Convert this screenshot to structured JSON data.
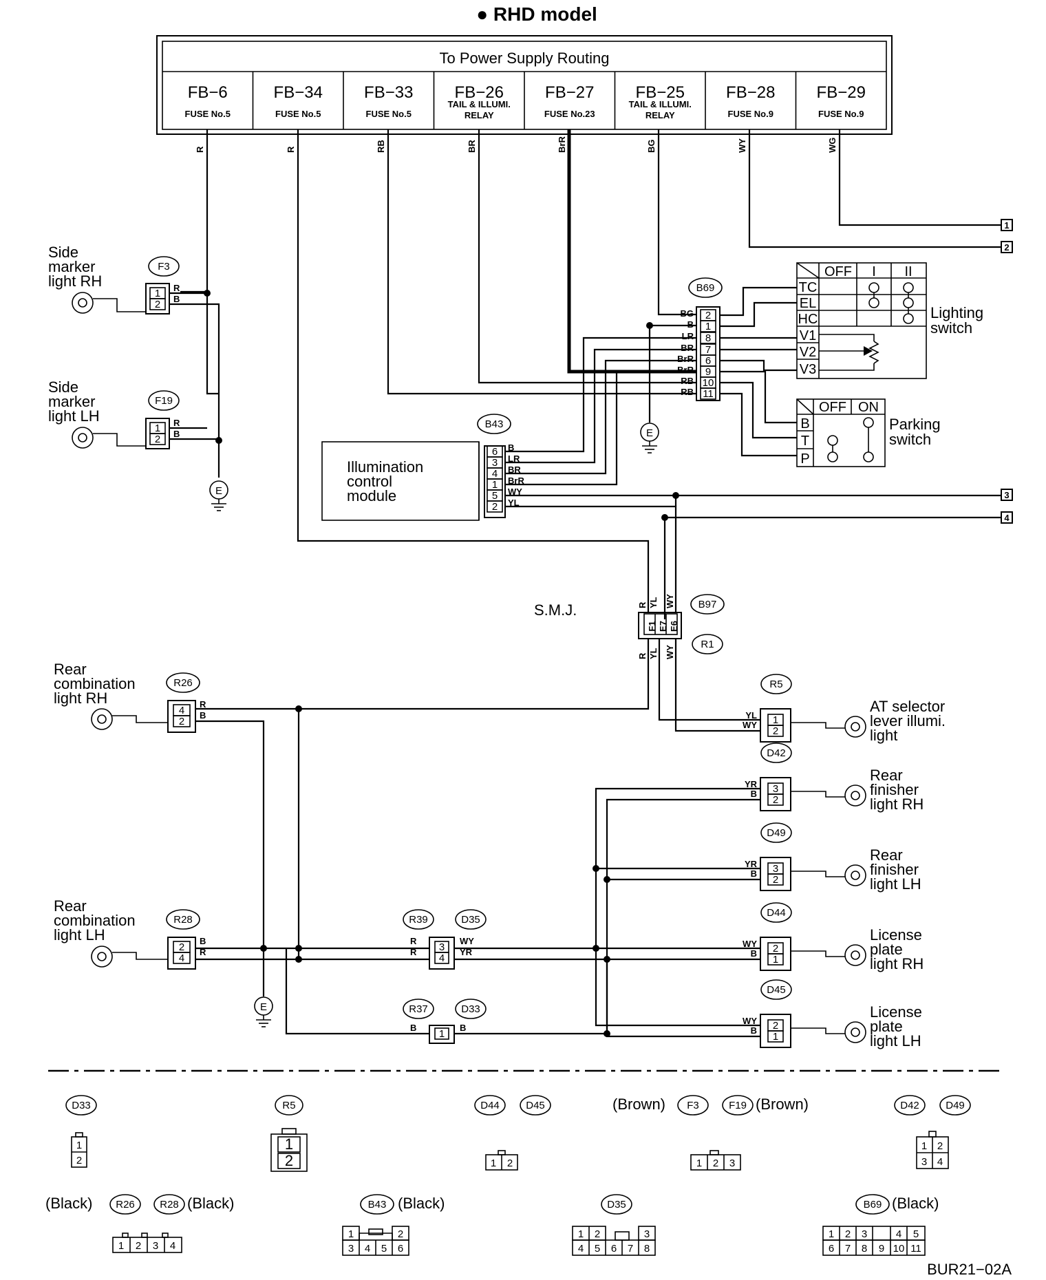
{
  "title": "● RHD model",
  "power_box": {
    "title": "To Power Supply Routing",
    "fuses": [
      {
        "id": "FB−6",
        "sub": "FUSE No.5"
      },
      {
        "id": "FB−34",
        "sub": "FUSE No.5"
      },
      {
        "id": "FB−33",
        "sub": "FUSE No.5"
      },
      {
        "id": "FB−26",
        "sub": "TAIL & ILLUMI. RELAY"
      },
      {
        "id": "FB−27",
        "sub": "FUSE No.23"
      },
      {
        "id": "FB−25",
        "sub": "TAIL & ILLUMI. RELAY"
      },
      {
        "id": "FB−28",
        "sub": "FUSE No.9"
      },
      {
        "id": "FB−29",
        "sub": "FUSE No.9"
      }
    ],
    "wire_colors": [
      "R",
      "R",
      "RB",
      "BR",
      "BrR",
      "BG",
      "WY",
      "WG"
    ]
  },
  "offpage_refs": [
    "1",
    "2",
    "3",
    "4"
  ],
  "components": {
    "side_rh": {
      "label": [
        "Side",
        "marker",
        "light RH"
      ],
      "conn": "F3",
      "pins": [
        "1",
        "2"
      ],
      "wires": [
        "R",
        "B"
      ]
    },
    "side_lh": {
      "label": [
        "Side",
        "marker",
        "light LH"
      ],
      "conn": "F19",
      "pins": [
        "1",
        "2"
      ],
      "wires": [
        "R",
        "B"
      ]
    },
    "ground": "E",
    "b69": {
      "conn": "B69",
      "pins": [
        "2",
        "1",
        "8",
        "7",
        "6",
        "9",
        "10",
        "11"
      ],
      "wires": [
        "BG",
        "B",
        "LR",
        "BR",
        "BrR",
        "BrR",
        "RB",
        "RB"
      ]
    },
    "lighting_switch": {
      "label": [
        "Lighting",
        "switch"
      ],
      "cols": [
        "OFF",
        "I",
        "II"
      ],
      "rows": [
        "TC",
        "EL",
        "HC",
        "V1",
        "V2",
        "V3"
      ]
    },
    "parking_switch": {
      "label": [
        "Parking",
        "switch"
      ],
      "cols": [
        "OFF",
        "ON"
      ],
      "rows": [
        "B",
        "T",
        "P"
      ]
    },
    "illum_module": {
      "label": [
        "Illumination",
        "control",
        "module"
      ],
      "conn": "B43",
      "pins": [
        "6",
        "3",
        "4",
        "1",
        "5",
        "2"
      ],
      "wires": [
        "B",
        "LR",
        "BR",
        "BrR",
        "WY",
        "YL"
      ]
    },
    "smj": {
      "label": "S.M.J.",
      "conn_top": "B97",
      "conn_bottom": "R1",
      "pins": [
        "F1",
        "E7",
        "E6"
      ],
      "wires_top": [
        "R",
        "YL",
        "WY"
      ],
      "wires_bottom": [
        "R",
        "YL",
        "WY"
      ]
    },
    "rear_rh": {
      "label": [
        "Rear",
        "combination",
        "light RH"
      ],
      "conn": "R26",
      "pins": [
        "4",
        "2"
      ],
      "wires": [
        "R",
        "B"
      ]
    },
    "rear_lh": {
      "label": [
        "Rear",
        "combination",
        "light LH"
      ],
      "conn": "R28",
      "pins": [
        "2",
        "4"
      ],
      "wires": [
        "B",
        "R"
      ]
    },
    "at_selector": {
      "label": [
        "AT selector",
        "lever illumi.",
        "light"
      ],
      "conn": "R5",
      "pins": [
        "1",
        "2"
      ],
      "wires": [
        "YL",
        "WY"
      ]
    },
    "finisher_rh": {
      "label": [
        "Rear",
        "finisher",
        "light RH"
      ],
      "conn": "D42",
      "pins": [
        "3",
        "2"
      ],
      "wires": [
        "YR",
        "B"
      ]
    },
    "finisher_lh": {
      "label": [
        "Rear",
        "finisher",
        "light LH"
      ],
      "conn": "D49",
      "pins": [
        "3",
        "2"
      ],
      "wires": [
        "YR",
        "B"
      ]
    },
    "license_rh": {
      "label": [
        "License",
        "plate",
        "light RH"
      ],
      "conn": "D44",
      "pins": [
        "2",
        "1"
      ],
      "wires": [
        "WY",
        "B"
      ]
    },
    "license_lh": {
      "label": [
        "License",
        "plate",
        "light LH"
      ],
      "conn": "D45",
      "pins": [
        "2",
        "1"
      ],
      "wires": [
        "WY",
        "B"
      ]
    },
    "r39_d35": {
      "conn_a": "R39",
      "conn_b": "D35",
      "pins": [
        "3",
        "4"
      ],
      "wires_left": [
        "R",
        "R"
      ],
      "wires_right": [
        "WY",
        "YR"
      ]
    },
    "r37_d33": {
      "conn_a": "R37",
      "conn_b": "D33",
      "pins": [
        "1"
      ],
      "wires_left": [
        "B"
      ],
      "wires_right": [
        "B"
      ]
    }
  },
  "legend": {
    "row1": [
      {
        "conns": [
          "D33"
        ],
        "pins": [
          [
            "1"
          ],
          [
            "2"
          ]
        ]
      },
      {
        "conns": [
          "R5"
        ],
        "pins": [
          [
            "1"
          ],
          [
            "2"
          ]
        ]
      },
      {
        "conns": [
          "D44",
          "D45"
        ],
        "pins": [
          [
            "1",
            "2"
          ]
        ]
      },
      {
        "conns": [
          "F3",
          "F19"
        ],
        "colors": [
          "(Brown)",
          "(Brown)"
        ],
        "pins": [
          [
            "1",
            "2",
            "3"
          ]
        ]
      },
      {
        "conns": [
          "D42",
          "D49"
        ],
        "pins": [
          [
            "1",
            "2"
          ],
          [
            "3",
            "4"
          ]
        ]
      }
    ],
    "row2": [
      {
        "conns": [
          "R26",
          "R28"
        ],
        "colors": [
          "(Black)",
          "(Black)"
        ],
        "pins": [
          [
            "1",
            "2",
            "3",
            "4"
          ]
        ]
      },
      {
        "conns": [
          "B43"
        ],
        "colors": [
          "(Black)"
        ],
        "pins": [
          [
            "1",
            "2"
          ],
          [
            "3",
            "4",
            "5",
            "6"
          ]
        ]
      },
      {
        "conns": [
          "D35"
        ],
        "pins": [
          [
            "1",
            "2",
            "3"
          ],
          [
            "4",
            "5",
            "6",
            "7",
            "8"
          ]
        ]
      },
      {
        "conns": [
          "B69"
        ],
        "colors": [
          "(Black)"
        ],
        "pins": [
          [
            "1",
            "2",
            "3",
            "4",
            "5"
          ],
          [
            "6",
            "7",
            "8",
            "9",
            "10",
            "11"
          ]
        ]
      }
    ]
  },
  "figure_code": "BUR21−02A"
}
